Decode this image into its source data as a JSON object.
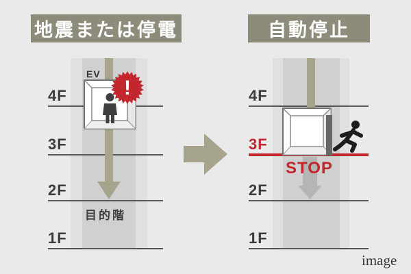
{
  "colors": {
    "background": "#eaeaea",
    "header_bg": "#8d8c7b",
    "header_text": "#ffffff",
    "shaft_outer": "#e0e0e0",
    "shaft_inner": "#d0d0d0",
    "olive_arrow": "#a6a48c",
    "faded_arrow": "#b5b5b5",
    "alert_red": "#c1272d",
    "floor_line": "#555555",
    "dark_text": "#3c3c3c"
  },
  "left_panel": {
    "header": "地震または停電",
    "ev_label": "EV",
    "warning_icon": "exclamation-burst-icon",
    "person_icon": "standing-person-icon",
    "down_arrow_icon": "down-arrow-icon",
    "floor_labels": [
      "4F",
      "3F",
      "2F",
      "1F"
    ],
    "destination_label": "目的階"
  },
  "center": {
    "transition_arrow_icon": "right-arrow-icon"
  },
  "right_panel": {
    "header": "自動停止",
    "floor_labels": [
      "4F",
      "3F",
      "2F",
      "1F"
    ],
    "stop_label": "STOP",
    "door_icon": "elevator-door-icon",
    "running_person_icon": "running-person-icon",
    "faded_down_arrow_icon": "faded-down-arrow-icon"
  },
  "watermark": "image"
}
